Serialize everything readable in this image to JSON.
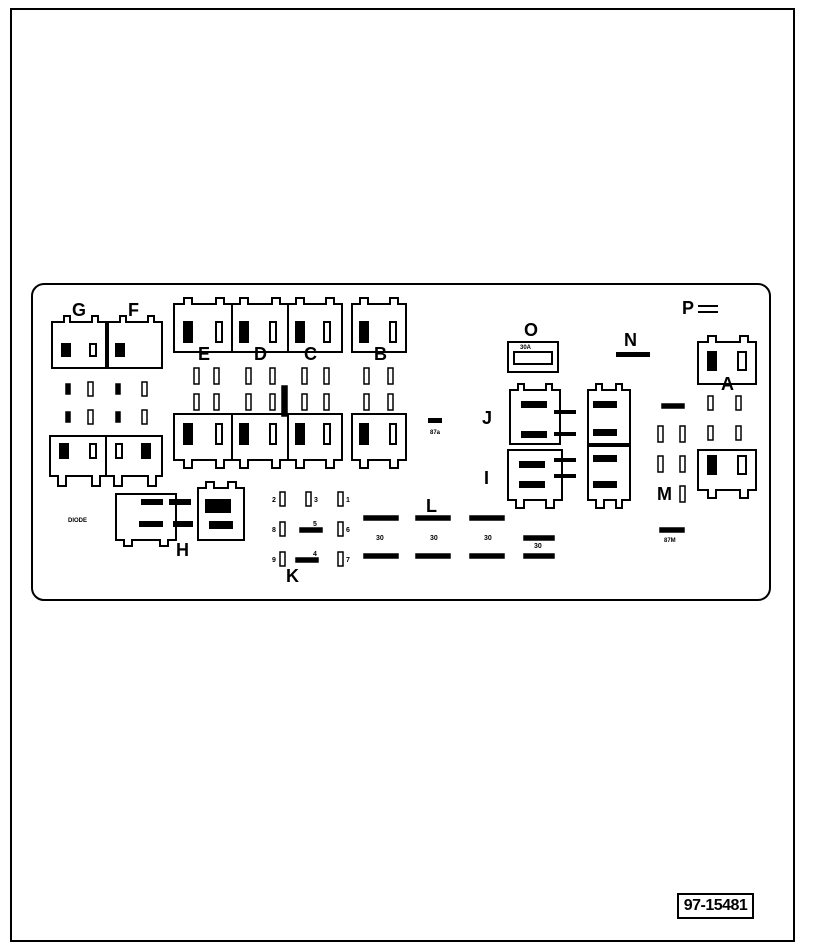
{
  "diagram": {
    "sections": {
      "A": "A",
      "B": "B",
      "C": "C",
      "D": "D",
      "E": "E",
      "F": "F",
      "G": "G",
      "H": "H",
      "I": "I",
      "J": "J",
      "K": "K",
      "L": "L",
      "M": "M",
      "N": "N",
      "O": "O",
      "P": "P"
    },
    "fuse_values": {
      "l1": "30",
      "l2": "30",
      "l3": "30",
      "l4": "30",
      "k_positions": [
        "2",
        "3",
        "1",
        "8",
        "5",
        "6",
        "9",
        "4",
        "7"
      ]
    },
    "figure_id": "97-15481"
  }
}
